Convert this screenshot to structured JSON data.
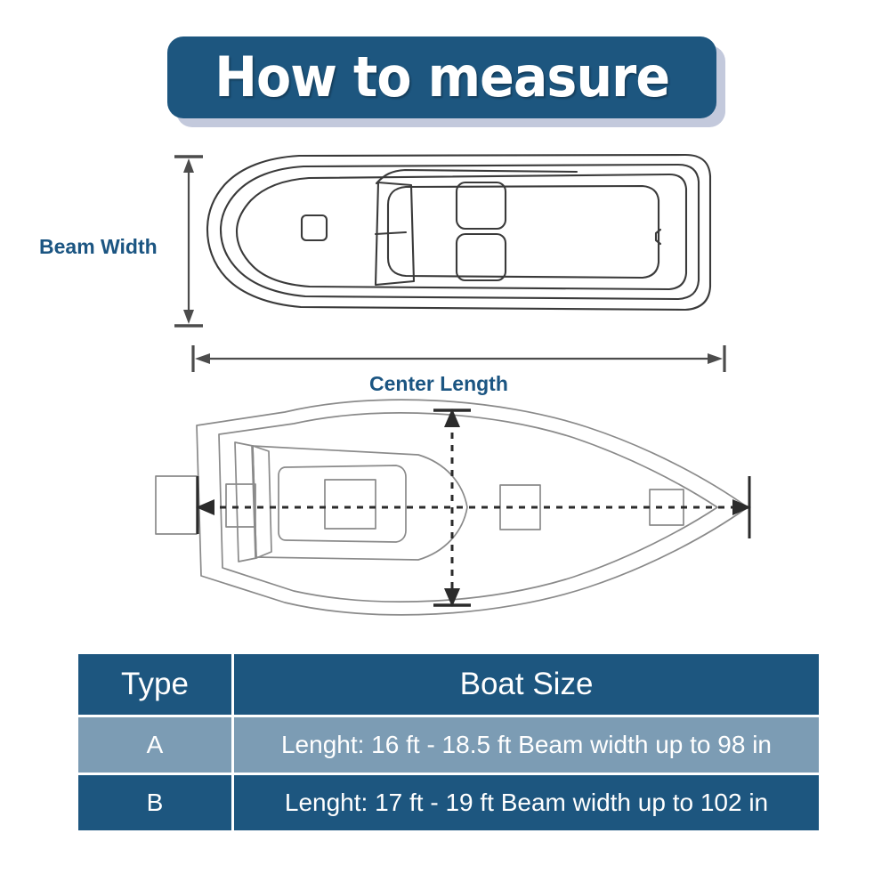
{
  "banner": {
    "title": "How to measure",
    "bg_color": "#1d567f",
    "shadow_color": "#c3c9dc",
    "text_color": "#ffffff"
  },
  "diagram": {
    "labels": {
      "beam_width": "Beam Width",
      "center_length": "Center Length",
      "label_color": "#1b5582"
    },
    "top_view": {
      "name": "boat-top-view-upper",
      "description": "Top view line drawing of a powerboat with bow at left and stern at right, showing windshield, cockpit, two seats and a bow hatch",
      "dimension_lines": [
        "vertical-beam-width-dimension",
        "horizontal-center-length-dimension"
      ]
    },
    "bottom_view": {
      "name": "boat-top-view-lower",
      "description": "Top view plan of a boat with bow at right and outboard motor at the transom on the left, with dashed centerline and dashed beam dimension line",
      "dimension_lines": [
        "dashed-centerline",
        "dashed-beam-dimension"
      ]
    }
  },
  "table": {
    "headers": [
      "Type",
      "Boat Size"
    ],
    "header_bg": "#1d567f",
    "row_a_bg": "#7c9cb4",
    "row_b_bg": "#1d567f",
    "rows": [
      {
        "type": "A",
        "size": "Lenght: 16 ft - 18.5 ft   Beam width up to 98 in"
      },
      {
        "type": "B",
        "size": "Lenght: 17 ft - 19 ft   Beam width up to 102 in"
      }
    ]
  }
}
